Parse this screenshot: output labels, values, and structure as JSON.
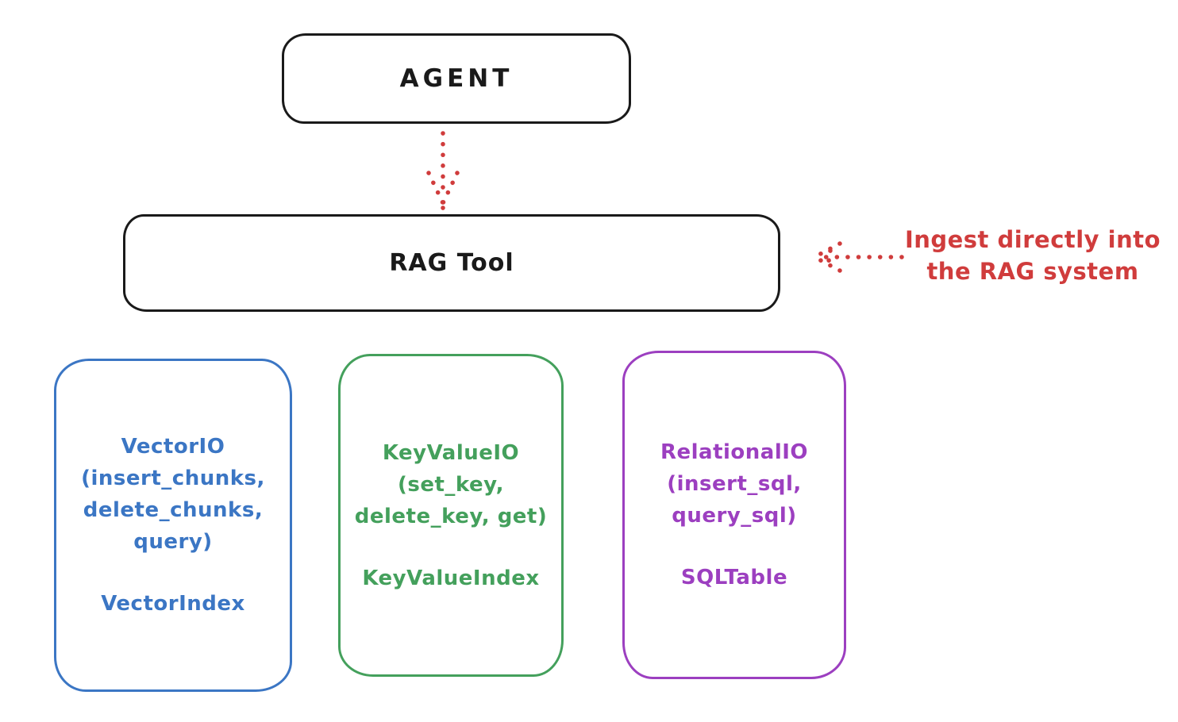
{
  "diagram": {
    "agent": {
      "label": "AGENT"
    },
    "rag_tool": {
      "label": "RAG Tool"
    },
    "annotation": {
      "line1": "Ingest directly into",
      "line2": "the RAG system"
    },
    "io_boxes": [
      {
        "title": "VectorIO",
        "methods": [
          "(insert_chunks,",
          "delete_chunks,",
          "query)"
        ],
        "index_label": "VectorIndex",
        "color": "#3b76c4"
      },
      {
        "title": "KeyValueIO",
        "methods": [
          "(set_key,",
          "delete_key, get)"
        ],
        "index_label": "KeyValueIndex",
        "color": "#44a05c"
      },
      {
        "title": "RelationalIO",
        "methods": [
          "(insert_sql,",
          "query_sql)"
        ],
        "index_label": "SQLTable",
        "color": "#9c3fc0"
      }
    ],
    "colors": {
      "stroke": "#1a1a1a",
      "red": "#d03c3c",
      "blue": "#3b76c4",
      "green": "#44a05c",
      "purple": "#9c3fc0",
      "background": "#ffffff"
    }
  }
}
